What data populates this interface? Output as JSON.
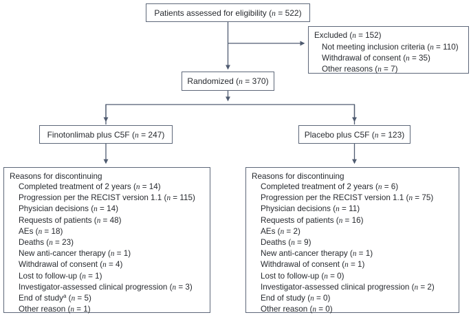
{
  "figure": {
    "type": "consort-flow-diagram",
    "n_symbol": "n",
    "colors": {
      "line": "#4f5b70",
      "border": "#5c6678",
      "text": "#26292e",
      "background": "#ffffff"
    }
  },
  "boxes": {
    "eligibility": {
      "label": "Patients assessed for eligibility",
      "n": "522"
    },
    "excluded": {
      "title": {
        "label": "Excluded",
        "n": "152"
      },
      "items": [
        {
          "label": "Not meeting inclusion criteria",
          "n": "110"
        },
        {
          "label": "Withdrawal of consent",
          "n": "35"
        },
        {
          "label": "Other reasons",
          "n": "7"
        }
      ]
    },
    "randomized": {
      "label": "Randomized",
      "n": "370"
    },
    "arm_left": {
      "label": "Finotonlimab plus C5F",
      "n": "247"
    },
    "arm_right": {
      "label": "Placebo plus C5F",
      "n": "123"
    },
    "reasons_left": {
      "title": "Reasons for discontinuing",
      "items": [
        {
          "label": "Completed treatment of 2 years",
          "n": "14"
        },
        {
          "label": "Progression per the RECIST version 1.1",
          "n": "115"
        },
        {
          "label": "Physician decisions",
          "n": "14"
        },
        {
          "label": "Requests of patients",
          "n": "48"
        },
        {
          "label": "AEs",
          "n": "18"
        },
        {
          "label": "Deaths",
          "n": "23"
        },
        {
          "label": "New anti-cancer therapy",
          "n": "1"
        },
        {
          "label": "Withdrawal of consent",
          "n": "4"
        },
        {
          "label": "Lost to follow-up",
          "n": "1"
        },
        {
          "label": "Investigator-assessed clinical progression",
          "n": "3"
        },
        {
          "label": "End of study",
          "sup": "a",
          "n": "5"
        },
        {
          "label": "Other reason",
          "n": "1"
        }
      ]
    },
    "reasons_right": {
      "title": "Reasons for discontinuing",
      "items": [
        {
          "label": "Completed treatment of 2 years",
          "n": "6"
        },
        {
          "label": "Progression per the RECIST version 1.1",
          "n": "75"
        },
        {
          "label": "Physician decisions",
          "n": "11"
        },
        {
          "label": "Requests of patients",
          "n": "16"
        },
        {
          "label": "AEs",
          "n": "2"
        },
        {
          "label": "Deaths",
          "n": "9"
        },
        {
          "label": "New anti-cancer therapy",
          "n": "1"
        },
        {
          "label": "Withdrawal of consent",
          "n": "1"
        },
        {
          "label": "Lost to follow-up",
          "n": "0"
        },
        {
          "label": "Investigator-assessed clinical progression",
          "n": "2"
        },
        {
          "label": "End of study",
          "n": "0"
        },
        {
          "label": "Other reason",
          "n": "0"
        }
      ]
    }
  }
}
